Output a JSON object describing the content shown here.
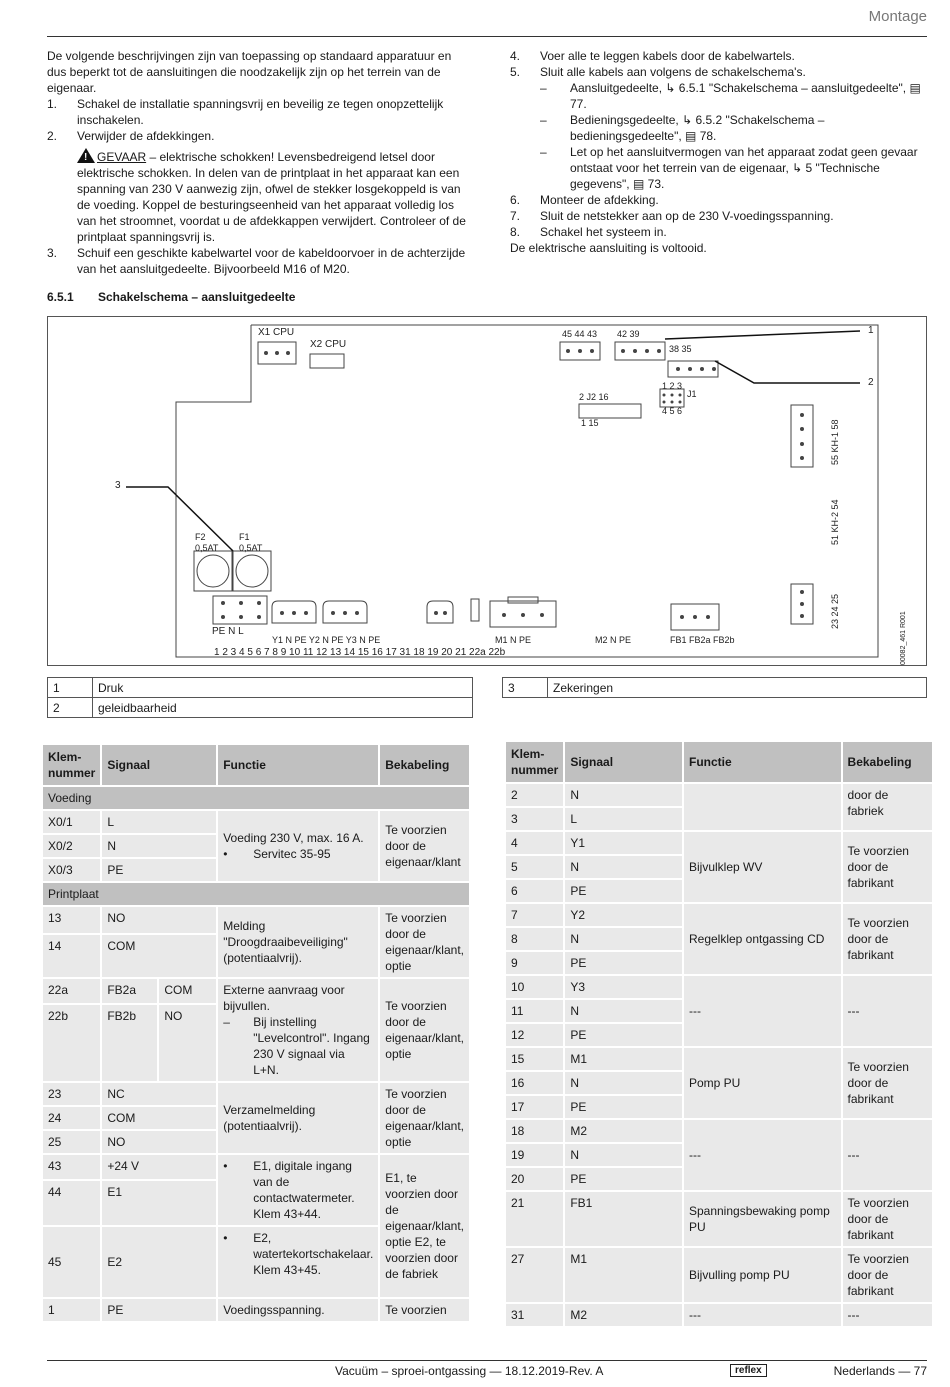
{
  "header": {
    "title": "Montage"
  },
  "intro": {
    "left": {
      "lead": "De volgende beschrijvingen zijn van toepassing op standaard apparatuur en dus beperkt tot de aansluitingen die noodzakelijk zijn op het terrein van de eigenaar.",
      "steps": [
        {
          "n": "1.",
          "t": "Schakel de installatie spanningsvrij en beveilig ze tegen onopzettelijk inschakelen."
        },
        {
          "n": "2.",
          "t": "Verwijder de afdekkingen."
        }
      ],
      "warning": {
        "word": "GEVAAR",
        "text": " – elektrische schokken! Levensbedreigend letsel door elektrische schokken. In delen van de printplaat in het apparaat kan een spanning van 230 V aanwezig zijn, ofwel de stekker losgekoppeld is van de voeding. Koppel de besturingseenheid van het apparaat volledig los van het stroomnet, voordat u de afdekkappen verwijdert. Controleer of de printplaat spanningsvrij is."
      },
      "step3": {
        "n": "3.",
        "t": "Schuif een geschikte kabelwartel voor de kabeldoorvoer in de achterzijde van het aansluitgedeelte. Bijvoorbeeld M16 of M20."
      }
    },
    "right": {
      "steps_a": [
        {
          "n": "4.",
          "t": "Voer alle te leggen kabels door de kabelwartels."
        },
        {
          "n": "5.",
          "t": "Sluit alle kabels aan volgens de schakelschema's."
        }
      ],
      "subs": [
        "Aansluitgedeelte, ↳ 6.5.1 \"Schakelschema – aansluitgedeelte\", ▤ 77.",
        "Bedieningsgedeelte, ↳ 6.5.2 \"Schakelschema – bedieningsgedeelte\", ▤ 78.",
        "Let op het aansluitvermogen van het apparaat zodat geen gevaar ontstaat voor het terrein van de eigenaar, ↳ 5 \"Technische gegevens\", ▤ 73."
      ],
      "sub_dash": "–",
      "steps_b": [
        {
          "n": "6.",
          "t": "Monteer de afdekking."
        },
        {
          "n": "7.",
          "t": "Sluit de netstekker aan op de 230 V-voedingsspanning."
        },
        {
          "n": "8.",
          "t": "Schakel het systeem in."
        }
      ],
      "closing": "De elektrische aansluiting is voltooid."
    }
  },
  "section": {
    "number": "6.5.1",
    "title": "Schakelschema – aansluitgedeelte"
  },
  "diagram": {
    "labels": {
      "x1": "X1 CPU",
      "x2": "X2 CPU",
      "c454443": "45 44 43",
      "c4239": "42     39",
      "c3835": "38        35",
      "j2": "2      J2     16",
      "j2b": "1                    15",
      "j1top": "1 2 3",
      "j1": "J1",
      "j1bot": "4 5 6",
      "f2": "F2",
      "f2v": "0,5AT",
      "f1": "F1",
      "f1v": "0,5AT",
      "callout1": "1",
      "callout2": "2",
      "callout3": "3",
      "pe_n_l": "PE   N    L",
      "t_row1": "Y1   N   PE    Y2   N   PE     Y3   N   PE",
      "t_m": "M1      N       PE",
      "t_m2": "M2       N        PE",
      "t_fb": "FB1  FB2a  FB2b",
      "nums": "1        2        3     4    5    6     7    8    9     10   11   12     13    14       15       16       17       31        18       19       20       21    22a   22b",
      "kh1": "55   KH-1   58",
      "kh2": "51   KH-2   54",
      "r232425": "23  24  25",
      "ref": "00082_461 R001"
    }
  },
  "legend": {
    "left": [
      {
        "k": "1",
        "v": "Druk"
      },
      {
        "k": "2",
        "v": "geleidbaarheid"
      }
    ],
    "right": [
      {
        "k": "3",
        "v": "Zekeringen"
      }
    ]
  },
  "table_left": {
    "headers": {
      "klem": "Klem-nummer",
      "signaal": "Signaal",
      "functie": "Functie",
      "bekabeling": "Bekabeling"
    },
    "groups": {
      "voeding": "Voeding",
      "printplaat": "Printplaat"
    },
    "voeding": {
      "rows": [
        {
          "k": "X0/1",
          "s": "L"
        },
        {
          "k": "X0/2",
          "s": "N"
        },
        {
          "k": "X0/3",
          "s": "PE"
        }
      ],
      "functie": "Voeding 230 V, max. 16 A.",
      "functie_bullet": "Servitec 35-95",
      "bekabeling": "Te voorzien door de eigenaar/klant"
    },
    "p13": {
      "k": "13",
      "s": "NO"
    },
    "p14": {
      "k": "14",
      "s": "COM"
    },
    "p1314_functie": "Melding \"Droogdraaibeveiliging\" (potentiaalvrij).",
    "p1314_bek": "Te voorzien door de eigenaar/klant, optie",
    "p22a": {
      "k": "22a",
      "s": "FB2a",
      "s2": "COM"
    },
    "p22b": {
      "k": "22b",
      "s": "FB2b",
      "s2": "NO"
    },
    "p22_functie": "Externe aanvraag voor bijvullen.",
    "p22_sub": "Bij instelling \"Levelcontrol\". Ingang 230 V signaal via L+N.",
    "p22_bek": "Te voorzien door de eigenaar/klant, optie",
    "p23": {
      "k": "23",
      "s": "NC"
    },
    "p24": {
      "k": "24",
      "s": "COM"
    },
    "p25": {
      "k": "25",
      "s": "NO"
    },
    "p2325_functie": "Verzamelmelding (potentiaalvrij).",
    "p2325_bek": "Te voorzien door de eigenaar/klant, optie",
    "p43": {
      "k": "43",
      "s": "+24 V"
    },
    "p44": {
      "k": "44",
      "s": "E1"
    },
    "p45": {
      "k": "45",
      "s": "E2"
    },
    "p43_f1": "E1, digitale ingang van de contactwatermeter. Klem 43+44.",
    "p43_f2": "E2, watertekortschakelaar. Klem 43+45.",
    "p43_bek": "E1, te voorzien door de eigenaar/klant, optie E2, te voorzien door de fabriek",
    "p1": {
      "k": "1",
      "s": "PE"
    },
    "p1_functie": "Voedingsspanning.",
    "p1_bek": "Te voorzien",
    "bullet": "•",
    "dash": "–"
  },
  "table_right": {
    "headers": {
      "klem": "Klem-nummer",
      "signaal": "Signaal",
      "functie": "Functie",
      "bekabeling": "Bekabeling"
    },
    "r2": {
      "k": "2",
      "s": "N"
    },
    "r3": {
      "k": "3",
      "s": "L"
    },
    "r23_bek": "door de fabriek",
    "r4": {
      "k": "4",
      "s": "Y1"
    },
    "r5": {
      "k": "5",
      "s": "N"
    },
    "r6": {
      "k": "6",
      "s": "PE"
    },
    "r46_f": "Bijvulklep WV",
    "r46_b": "Te voorzien door de fabrikant",
    "r7": {
      "k": "7",
      "s": "Y2"
    },
    "r8": {
      "k": "8",
      "s": "N"
    },
    "r9": {
      "k": "9",
      "s": "PE"
    },
    "r79_f": "Regelklep ontgassing CD",
    "r79_b": "Te voorzien door de fabrikant",
    "r10": {
      "k": "10",
      "s": "Y3"
    },
    "r11": {
      "k": "11",
      "s": "N"
    },
    "r12": {
      "k": "12",
      "s": "PE"
    },
    "r1012_f": "---",
    "r1012_b": "---",
    "r15": {
      "k": "15",
      "s": "M1"
    },
    "r16": {
      "k": "16",
      "s": "N"
    },
    "r17": {
      "k": "17",
      "s": "PE"
    },
    "r1517_f": "Pomp PU",
    "r1517_b": "Te voorzien door de fabrikant",
    "r18": {
      "k": "18",
      "s": "M2"
    },
    "r19": {
      "k": "19",
      "s": "N"
    },
    "r20": {
      "k": "20",
      "s": "PE"
    },
    "r1820_f": "---",
    "r1820_b": "---",
    "r21": {
      "k": "21",
      "s": "FB1"
    },
    "r21_f": "Spanningsbewaking pomp PU",
    "r21_b": "Te voorzien door de fabrikant",
    "r27": {
      "k": "27",
      "s": "M1"
    },
    "r27_f": "Bijvulling pomp PU",
    "r27_b": "Te voorzien door de fabrikant",
    "r31": {
      "k": "31",
      "s": "M2"
    },
    "r31_f": "---",
    "r31_b": "---"
  },
  "footer": {
    "doc": "Vacuüm – sproei-ontgassing — 18.12.2019-Rev. A",
    "logo": "reflex",
    "lang": "Nederlands — 77"
  }
}
